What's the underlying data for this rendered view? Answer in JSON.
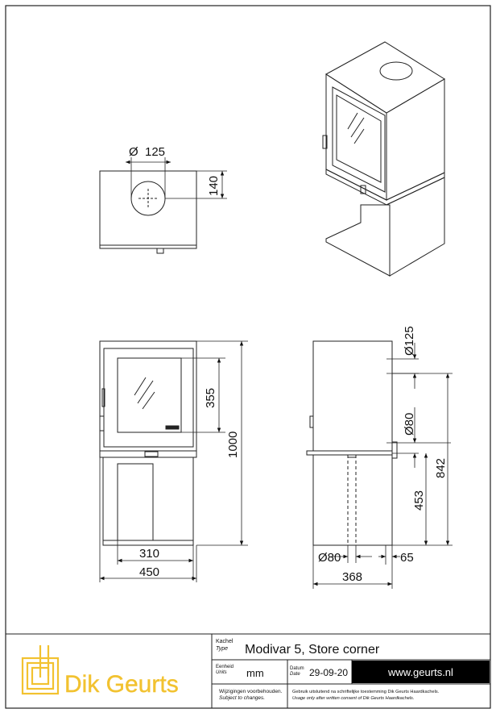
{
  "drawing": {
    "top_view": {
      "dia_label": "125",
      "offset_label": "140"
    },
    "front_view": {
      "door_height": "355",
      "total_height": "1000",
      "opening_width": "310",
      "total_width": "450"
    },
    "side_view": {
      "flue_dia": "125",
      "air_dia": "80",
      "bottom_air_dia": "80",
      "air_height": "842",
      "base_height": "453",
      "rear_offset": "65",
      "depth": "368"
    },
    "diameter_symbol": "Ø"
  },
  "title_block": {
    "brand": "Dik Geurts",
    "type_label": "Kachel",
    "type_label_en": "Type",
    "type_value": "Modivar 5, Store corner",
    "units_label": "Eenheid",
    "units_label_en": "Units",
    "units_value": "mm",
    "date_label": "Datum",
    "date_label_en": "Date",
    "date_value": "29-09-20",
    "website": "www.geurts.nl",
    "changes_nl": "Wijzigingen voorbehouden.",
    "changes_en": "Subject to changes.",
    "usage_nl": "Gebruik uitsluitend na schriftelijke toestemming Dik Geurts Haardkachels.",
    "usage_en": "Usage only after written consent of Dik Geurts Haardkachels."
  },
  "colors": {
    "brand_yellow": "#f2c230",
    "line": "#1a1a1a",
    "website_bg": "#000000"
  }
}
